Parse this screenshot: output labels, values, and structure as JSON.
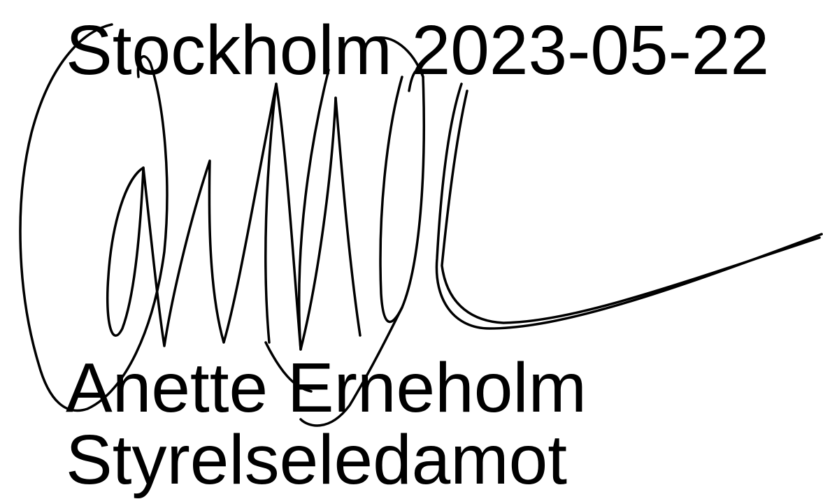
{
  "document": {
    "place_date": "Stockholm 2023-05-22",
    "signer_name": "Anette Erneholm",
    "signer_role": "Styrelseledamot"
  },
  "colors": {
    "text": "#000000",
    "background": "#ffffff"
  }
}
